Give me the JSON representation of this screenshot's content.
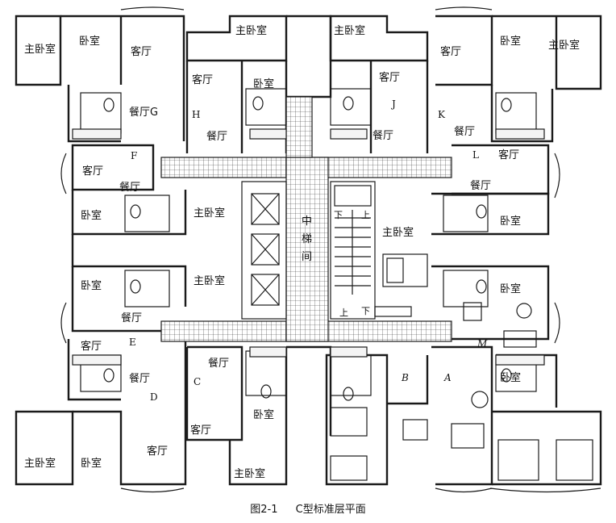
{
  "labels": {
    "master_bedroom": "主卧室",
    "bedroom": "卧室",
    "living": "客厅",
    "dining": "餐厅",
    "dining_g": "餐厅G",
    "stair_core": [
      "中",
      "梯",
      "间"
    ],
    "down": "下",
    "up": "上"
  },
  "unit_letters": {
    "A": "A",
    "B": "B",
    "C": "C",
    "D": "D",
    "E": "E",
    "F": "F",
    "H": "H",
    "J": "J",
    "K": "K",
    "L": "L",
    "M": "M"
  },
  "caption": {
    "figure_number": "图2-1",
    "title": "C型标准层平面"
  }
}
